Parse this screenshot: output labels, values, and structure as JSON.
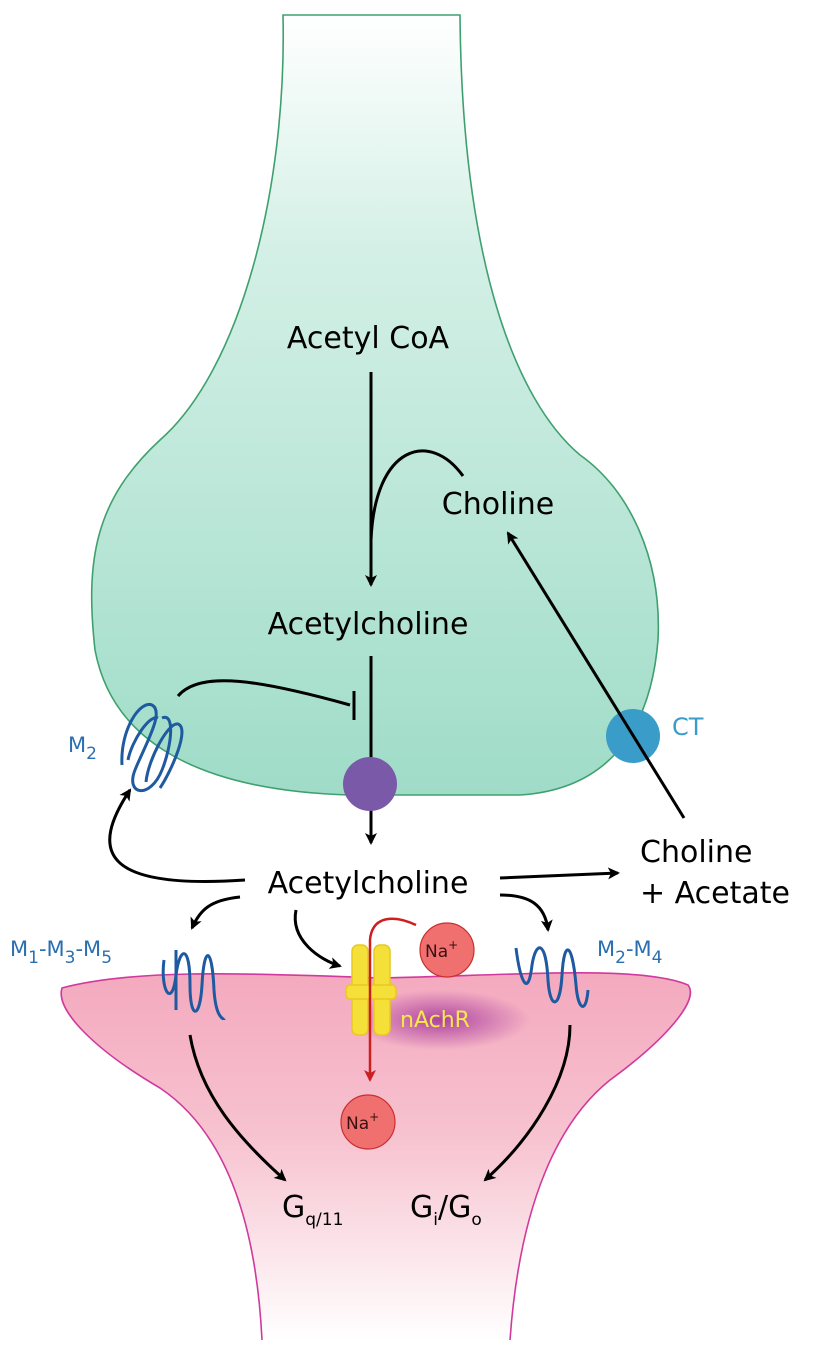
{
  "labels": {
    "acetyl_coa": "Acetyl CoA",
    "choline_top": "Choline",
    "acetylcholine_top": "Acetylcholine",
    "acetylcholine_cleft": "Acetylcholine",
    "choline_products": "Choline",
    "acetate_products": "+ Acetate",
    "ct": "CT",
    "nachr": "nAchR",
    "m2_main": "M",
    "m2_sub": "2",
    "m1_main": "M",
    "m1_sub": "1",
    "m3_main": "-M",
    "m3_sub": "3",
    "m5_main": "-M",
    "m5_sub": "5",
    "m2b_main": "M",
    "m2b_sub": "2",
    "m4_main": "-M",
    "m4_sub": "4",
    "na_top": "Na",
    "na_bottom": "Na",
    "na_sup": "+",
    "gq_main": "G",
    "gq_sub": "q/11",
    "gi_main": "G",
    "gi_sub": "i",
    "go_main": "/G",
    "go_sub": "o"
  },
  "colors": {
    "presynaptic": "#9fdcc8",
    "presynaptic_outline": "#3fa06f",
    "postsynaptic": "#f4a9be",
    "postsynaptic_outline": "#d03a9c",
    "receptor_blue": "#1f5aa0",
    "transporter_ct": "#3a9cc8",
    "vesicle_purple": "#7a5aa8",
    "nachr_yellow": "#f5e03a",
    "sodium_red": "#f07070",
    "arrow_red": "#cc1f1f"
  }
}
